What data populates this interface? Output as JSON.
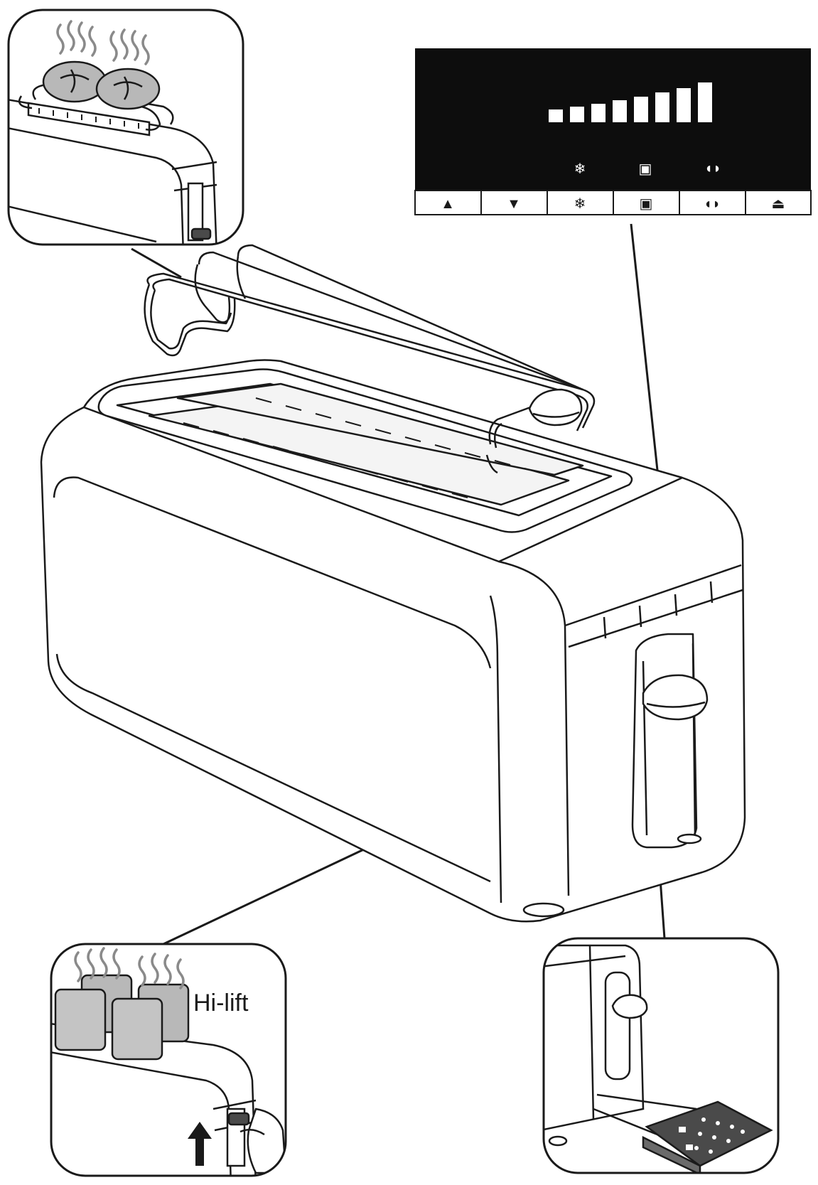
{
  "callouts": {
    "hi_lift_label": "Hi-lift"
  },
  "control_panel": {
    "browning_levels": 8,
    "indicators": [
      {
        "name": "defrost",
        "icon": "snowflake-icon",
        "glyph": "❄"
      },
      {
        "name": "reheat",
        "icon": "reheat-icon",
        "glyph": "▣"
      },
      {
        "name": "bagel",
        "icon": "bagel-icon",
        "glyph": "◖◗"
      }
    ],
    "buttons": [
      {
        "name": "increase",
        "icon": "triangle-up-icon",
        "glyph": "▲"
      },
      {
        "name": "decrease",
        "icon": "triangle-down-icon",
        "glyph": "▼"
      },
      {
        "name": "defrost",
        "icon": "snowflake-icon",
        "glyph": "❄"
      },
      {
        "name": "reheat",
        "icon": "reheat-icon",
        "glyph": "▣"
      },
      {
        "name": "bagel",
        "icon": "bagel-icon",
        "glyph": "◖◗"
      },
      {
        "name": "cancel",
        "icon": "eject-icon",
        "glyph": "⏏"
      }
    ]
  },
  "colors": {
    "line": "#1a1a1a",
    "panel": "#0d0d0d",
    "steam": "#8a8a8a",
    "bun": "#b8b8b8",
    "tray": "#4a4a4a"
  }
}
